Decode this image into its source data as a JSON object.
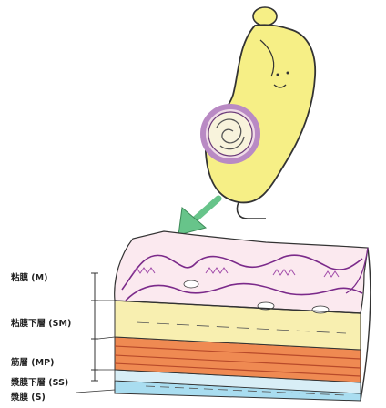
{
  "labels": {
    "mucosa": "粘膜 (M)",
    "submucosa": "粘膜下層 (SM)",
    "muscularis_propria": "筋層 (MP)",
    "subserosa": "漿膜下層 (SS)",
    "serosa": "漿膜 (S)"
  },
  "colors": {
    "stomach_fill": "#f6ef86",
    "mucosa_fill": "#fbe9ef",
    "mucosa_outline": "#7b2a8a",
    "submucosa_fill": "#f8efb0",
    "muscle_fill": "#ef8a52",
    "muscle_stripe": "#b84a2a",
    "serosa_fill": "#a9ddf0",
    "arrow": "#67c48a",
    "lesion_ring": "#b98ac4",
    "lesion_fill": "#f8f3dc"
  },
  "icons": {
    "stomach": "stomach-icon",
    "pointer": "arrow-down-left-icon"
  }
}
